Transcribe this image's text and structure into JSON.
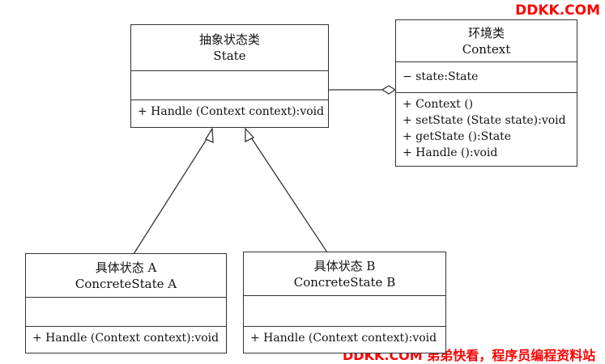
{
  "watermark": {
    "top": "DDKK.COM",
    "bottom": "DDKK.COM 弟弟快看，程序员编程资料站"
  },
  "classes": {
    "state": {
      "title_cn": "抽象状态类",
      "title_en": "State",
      "attributes": [],
      "operations": [
        "+ Handle (Context context):void"
      ]
    },
    "context": {
      "title_cn": "环境类",
      "title_en": "Context",
      "attributes": [
        "− state:State"
      ],
      "operations": [
        "+ Context ()",
        "+ setState (State state):void",
        "+ getState ():State",
        "+ Handle ():void"
      ]
    },
    "concrete_a": {
      "title_cn": "具体状态 A",
      "title_en": "ConcreteState A",
      "attributes": [],
      "operations": [
        "+ Handle (Context context):void"
      ]
    },
    "concrete_b": {
      "title_cn": "具体状态 B",
      "title_en": "ConcreteState B",
      "attributes": [],
      "operations": [
        "+ Handle (Context context):void"
      ]
    }
  }
}
